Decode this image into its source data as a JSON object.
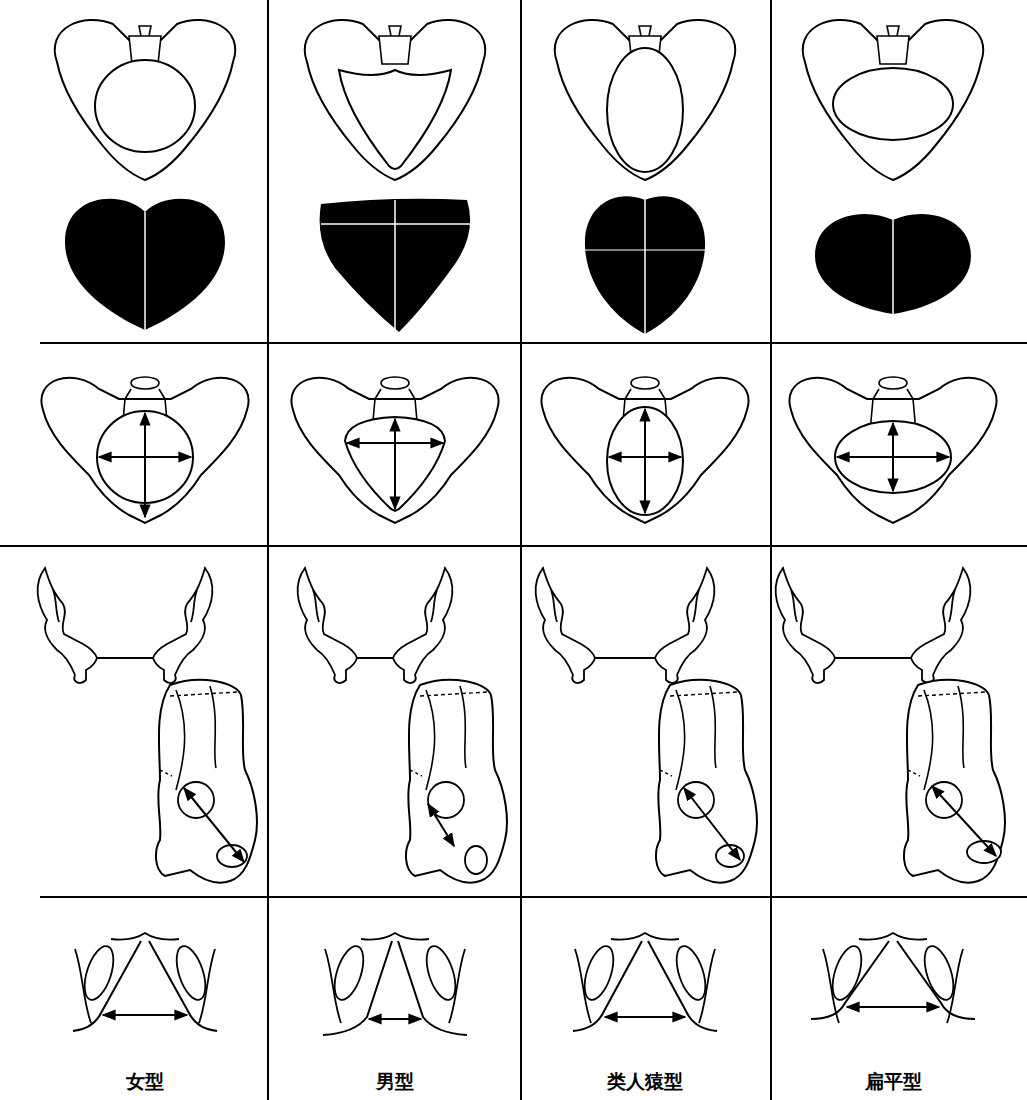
{
  "diagram": {
    "labels": [
      "女型",
      "男型",
      "类人猿型",
      "扁平型"
    ]
  }
}
